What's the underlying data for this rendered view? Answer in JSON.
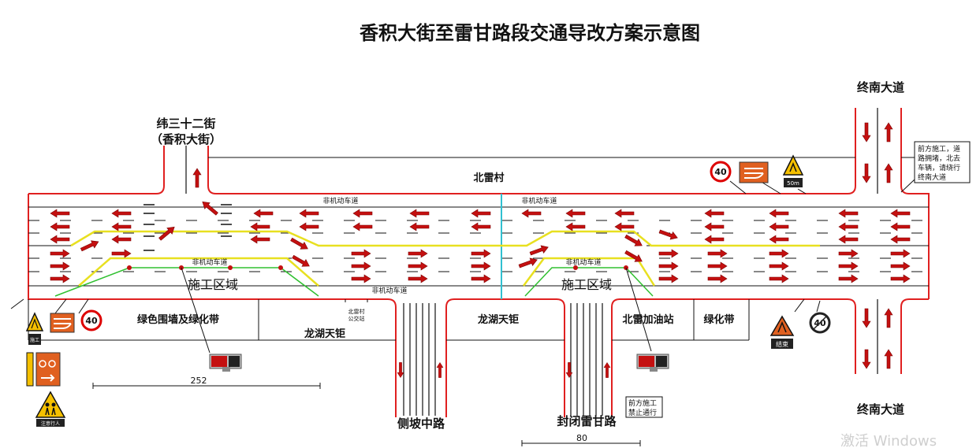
{
  "title": "香积大街至雷甘路段交通导改方案示意图",
  "labels": {
    "weisan_line1": "纬三十二街",
    "weisan_line2": "（香积大街）",
    "zhongnan_top": "终南大道",
    "zhongnan_bottom": "终南大道",
    "beilei_village": "北雷村",
    "nonmotor_top_left": "非机动车道",
    "nonmotor_top_right": "非机动车道",
    "nonmotor_mid_left": "非机动车道",
    "nonmotor_mid_right": "非机动车道",
    "nonmotor_bottom": "非机动车道",
    "work_zone_left": "施工区域",
    "work_zone_right": "施工区域",
    "green_wall": "绿色围墙及绿化带",
    "longhu_left": "龙湖天钜",
    "longhu_right": "龙湖天钜",
    "beilei_bus_line1": "北雷村",
    "beilei_bus_line2": "公交站",
    "beilei_gas": "北雷加油站",
    "greenbelt": "绿化带",
    "cebozhong": "侧坡中路",
    "fengbi_leigan": "封闭雷甘路",
    "notice_top_l1": "前方施工，道",
    "notice_top_l2": "路拥堵，北去",
    "notice_top_l3": "车辆，请绕行",
    "notice_top_l4": "终南大道",
    "notice_bottom_l1": "前方施工",
    "notice_bottom_l2": "禁止通行",
    "dim_left": "252",
    "dim_right": "80",
    "watermark": "激活 Windows"
  },
  "signs": {
    "speed_limit": "40",
    "warn_top_text": "50m",
    "warn_bottom_text": "结束",
    "warn_left_text": "施工",
    "pedestrian_text": "注意行人"
  },
  "colors": {
    "road_edge": "#e02020",
    "arrow_fill": "#c41010",
    "yellow_line": "#e8e020",
    "green_line": "#30c030",
    "cyan_line": "#30c0d0",
    "sign_orange": "#e06020"
  }
}
